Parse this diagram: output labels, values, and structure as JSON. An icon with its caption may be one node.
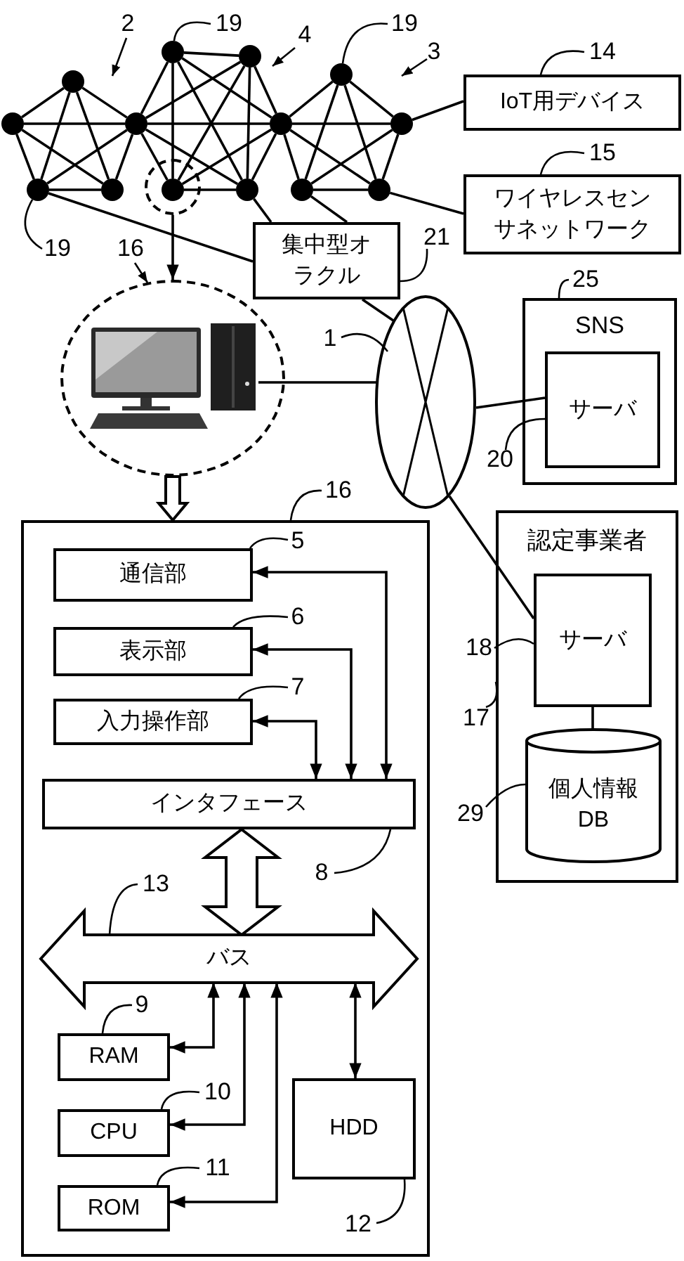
{
  "diagram": {
    "nodes": [
      {
        "text": [
          "2"
        ]
      },
      {
        "text": [
          "19"
        ]
      },
      {
        "text": [
          "4"
        ]
      },
      {
        "text": [
          "19"
        ]
      },
      {
        "text": [
          "3"
        ]
      },
      {
        "text": [
          "14"
        ]
      },
      {
        "text": [
          "IoT用デバイス"
        ]
      },
      {
        "text": [
          "15"
        ]
      },
      {
        "text": [
          "ワイヤレスセンサネットワーク"
        ]
      },
      {
        "text": [],
        "shape": "circle"
      },
      {
        "text": [],
        "shape": "circle"
      },
      {
        "text": [],
        "shape": "circle"
      },
      {
        "text": [],
        "shape": "circle"
      },
      {
        "text": [],
        "shape": "circle"
      },
      {
        "text": [],
        "shape": "circle"
      },
      {
        "text": [],
        "shape": "circle"
      },
      {
        "text": [],
        "shape": "circle"
      },
      {
        "text": [],
        "shape": "circle"
      },
      {
        "text": [],
        "shape": "circle"
      },
      {
        "text": [],
        "shape": "circle"
      },
      {
        "text": [],
        "shape": "circle",
        "in": 17
      },
      {
        "text": [],
        "shape": "circle"
      },
      {
        "text": [],
        "shape": "circle"
      },
      {
        "text": [],
        "shape": "circle"
      },
      {
        "text": [
          "19"
        ]
      },
      {
        "text": [
          "16"
        ]
      },
      {
        "text": [
          "集中型オラクル"
        ]
      },
      {
        "text": [
          "21"
        ]
      },
      {
        "text": [
          "25"
        ]
      },
      {
        "text": [],
        "shape": "circle"
      },
      {
        "text": [],
        "shape": "picture",
        "in": 29
      },
      {
        "text": [],
        "shape": "ellipse"
      },
      {
        "text": [
          "1"
        ]
      },
      {
        "text": [
          "SNS"
        ]
      },
      {
        "text": [
          "サーバ"
        ],
        "in": 33
      },
      {
        "text": [
          "20"
        ]
      },
      {
        "text": [
          "16"
        ]
      },
      {
        "text": [],
        "shape": "box"
      },
      {
        "text": [
          "5"
        ],
        "in": 37
      },
      {
        "text": [
          "通信部"
        ],
        "in": 37
      },
      {
        "text": [
          "認定事業者"
        ]
      },
      {
        "text": [
          "6"
        ],
        "in": 37
      },
      {
        "text": [
          "表示部"
        ],
        "in": 37
      },
      {
        "text": [
          "18"
        ]
      },
      {
        "text": [
          "サーバ"
        ],
        "in": 40
      },
      {
        "text": [
          "7"
        ],
        "in": 37
      },
      {
        "text": [
          "入力操作部"
        ],
        "in": 37
      },
      {
        "text": [
          "17"
        ]
      },
      {
        "text": [
          "個人情報DB"
        ],
        "in": 40
      },
      {
        "text": [
          "29"
        ]
      },
      {
        "text": [
          "インタフェース"
        ],
        "in": 37
      },
      {
        "text": [
          "8"
        ],
        "in": 37
      },
      {
        "text": [
          "13"
        ],
        "in": 37
      },
      {
        "text": [
          "バス"
        ],
        "in": 37
      },
      {
        "text": [
          "9"
        ],
        "in": 37
      },
      {
        "text": [
          "RAM"
        ],
        "in": 37
      },
      {
        "text": [
          "10"
        ],
        "in": 37
      },
      {
        "text": [
          "CPU"
        ],
        "in": 37
      },
      {
        "text": [
          "HDD"
        ],
        "in": 37
      },
      {
        "text": [
          "11"
        ],
        "in": 37
      },
      {
        "text": [
          "ROM"
        ],
        "in": 37
      },
      {
        "text": [
          "12"
        ],
        "in": 37
      }
    ],
    "edges": [
      {
        "from": 0,
        "to": null,
        "arrow": "to"
      },
      {
        "from": 1,
        "to": 9,
        "arrow": "none"
      },
      {
        "from": 2,
        "to": null,
        "arrow": "to"
      },
      {
        "from": 3,
        "to": 11,
        "arrow": "none"
      },
      {
        "from": 4,
        "to": null,
        "arrow": "to"
      },
      {
        "from": 5,
        "to": 6,
        "arrow": "none"
      },
      {
        "from": 7,
        "to": 8,
        "arrow": "none"
      },
      {
        "from": 24,
        "to": 18,
        "arrow": "none"
      },
      {
        "from": 25,
        "to": 29,
        "arrow": "to"
      },
      {
        "from": 27,
        "to": 26,
        "arrow": "none"
      },
      {
        "from": 28,
        "to": 33,
        "arrow": "none"
      },
      {
        "from": 32,
        "to": 31,
        "arrow": "none"
      },
      {
        "from": 35,
        "to": 34,
        "arrow": "none"
      },
      {
        "from": 36,
        "to": 37,
        "arrow": "none"
      },
      {
        "from": 38,
        "to": 39,
        "arrow": "none"
      },
      {
        "from": 41,
        "to": 42,
        "arrow": "none"
      },
      {
        "from": 43,
        "to": 44,
        "arrow": "none"
      },
      {
        "from": 45,
        "to": 46,
        "arrow": "none"
      },
      {
        "from": 47,
        "to": 40,
        "arrow": "none"
      },
      {
        "from": 49,
        "to": 48,
        "arrow": "none"
      },
      {
        "from": 51,
        "to": 50,
        "arrow": "none"
      },
      {
        "from": 52,
        "to": 53,
        "arrow": "none"
      },
      {
        "from": 54,
        "to": 55,
        "arrow": "none"
      },
      {
        "from": 56,
        "to": 57,
        "arrow": "none"
      },
      {
        "from": 59,
        "to": 60,
        "arrow": "none"
      },
      {
        "from": 61,
        "to": 58,
        "arrow": "none"
      },
      {
        "from": 12,
        "to": 13,
        "arrow": "none"
      },
      {
        "from": 12,
        "to": 14,
        "arrow": "none"
      },
      {
        "from": 12,
        "to": 18,
        "arrow": "none"
      },
      {
        "from": 12,
        "to": 19,
        "arrow": "none"
      },
      {
        "from": 13,
        "to": 14,
        "arrow": "none"
      },
      {
        "from": 13,
        "to": 18,
        "arrow": "none"
      },
      {
        "from": 13,
        "to": 19,
        "arrow": "none"
      },
      {
        "from": 14,
        "to": 18,
        "arrow": "none"
      },
      {
        "from": 14,
        "to": 19,
        "arrow": "none"
      },
      {
        "from": 18,
        "to": 19,
        "arrow": "none"
      },
      {
        "from": 9,
        "to": 10,
        "arrow": "none"
      },
      {
        "from": 9,
        "to": 14,
        "arrow": "none"
      },
      {
        "from": 9,
        "to": 20,
        "arrow": "none"
      },
      {
        "from": 9,
        "to": 15,
        "arrow": "none"
      },
      {
        "from": 9,
        "to": 21,
        "arrow": "none"
      },
      {
        "from": 10,
        "to": 14,
        "arrow": "none"
      },
      {
        "from": 10,
        "to": 20,
        "arrow": "none"
      },
      {
        "from": 10,
        "to": 21,
        "arrow": "none"
      },
      {
        "from": 10,
        "to": 15,
        "arrow": "none"
      },
      {
        "from": 14,
        "to": 15,
        "arrow": "none"
      },
      {
        "from": 14,
        "to": 20,
        "arrow": "none"
      },
      {
        "from": 14,
        "to": 21,
        "arrow": "none"
      },
      {
        "from": 15,
        "to": 20,
        "arrow": "none"
      },
      {
        "from": 15,
        "to": 21,
        "arrow": "none"
      },
      {
        "from": 20,
        "to": 21,
        "arrow": "none"
      },
      {
        "from": 15,
        "to": 11,
        "arrow": "none"
      },
      {
        "from": 11,
        "to": 16,
        "arrow": "none"
      },
      {
        "from": 15,
        "to": 16,
        "arrow": "none"
      },
      {
        "from": 15,
        "to": 22,
        "arrow": "none"
      },
      {
        "from": 15,
        "to": 23,
        "arrow": "none"
      },
      {
        "from": 11,
        "to": 22,
        "arrow": "none"
      },
      {
        "from": 11,
        "to": 23,
        "arrow": "none"
      },
      {
        "from": 16,
        "to": 22,
        "arrow": "none"
      },
      {
        "from": 16,
        "to": 23,
        "arrow": "none"
      },
      {
        "from": 22,
        "to": 23,
        "arrow": "none"
      },
      {
        "from": 16,
        "to": 6,
        "arrow": "none"
      },
      {
        "from": 23,
        "to": 8,
        "arrow": "none"
      },
      {
        "from": 18,
        "to": 26,
        "arrow": "none"
      },
      {
        "from": 21,
        "to": 26,
        "arrow": "none"
      },
      {
        "from": 22,
        "to": 26,
        "arrow": "none"
      },
      {
        "from": 26,
        "to": 31,
        "arrow": "none"
      },
      {
        "from": 17,
        "to": 29,
        "arrow": "to"
      },
      {
        "from": 30,
        "to": 31,
        "arrow": "none"
      },
      {
        "from": 31,
        "to": 34,
        "arrow": "none"
      },
      {
        "from": 31,
        "to": 44,
        "arrow": "none"
      },
      {
        "from": 44,
        "to": 48,
        "arrow": "none"
      },
      {
        "from": 29,
        "to": 37,
        "arrow": "to",
        "style": "thick"
      },
      {
        "from": 50,
        "to": 39,
        "arrow": "both"
      },
      {
        "from": 50,
        "to": 42,
        "arrow": "both"
      },
      {
        "from": 50,
        "to": 46,
        "arrow": "both"
      },
      {
        "from": 50,
        "to": 53,
        "arrow": "both",
        "style": "thick"
      },
      {
        "from": 53,
        "to": 55,
        "arrow": "both"
      },
      {
        "from": 53,
        "to": 57,
        "arrow": "both"
      },
      {
        "from": 53,
        "to": 60,
        "arrow": "both"
      },
      {
        "from": 53,
        "to": 58,
        "arrow": "both"
      }
    ]
  }
}
